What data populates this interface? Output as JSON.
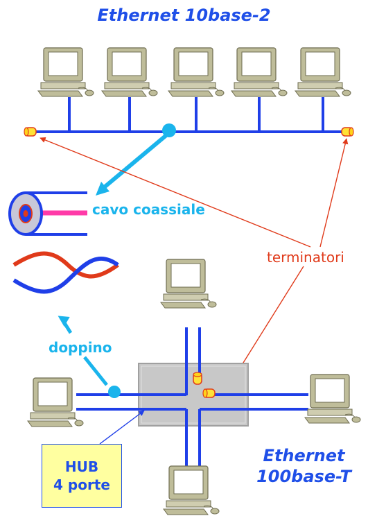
{
  "title_top": "Ethernet 10base-2",
  "coax_label": "cavo coassiale",
  "terminator_label": "terminatori",
  "twisted_pair_label": "doppino",
  "hub_label": {
    "line1": "HUB",
    "line2": "4 porte"
  },
  "title_bottom": {
    "line1": "Ethernet",
    "line2": "100base-T"
  },
  "colors": {
    "bus": "#1f3fe8",
    "coax_accent": "#1ab4ec",
    "terminator": "#e03a1a",
    "hub_fill": "#c8c8c8",
    "hub_label_bg": "#ffffa0",
    "pc_body": "#bfbd9a"
  },
  "icons": [
    "computer-icon",
    "terminator-icon",
    "coax-cable-icon",
    "twisted-pair-icon",
    "hub-icon"
  ]
}
